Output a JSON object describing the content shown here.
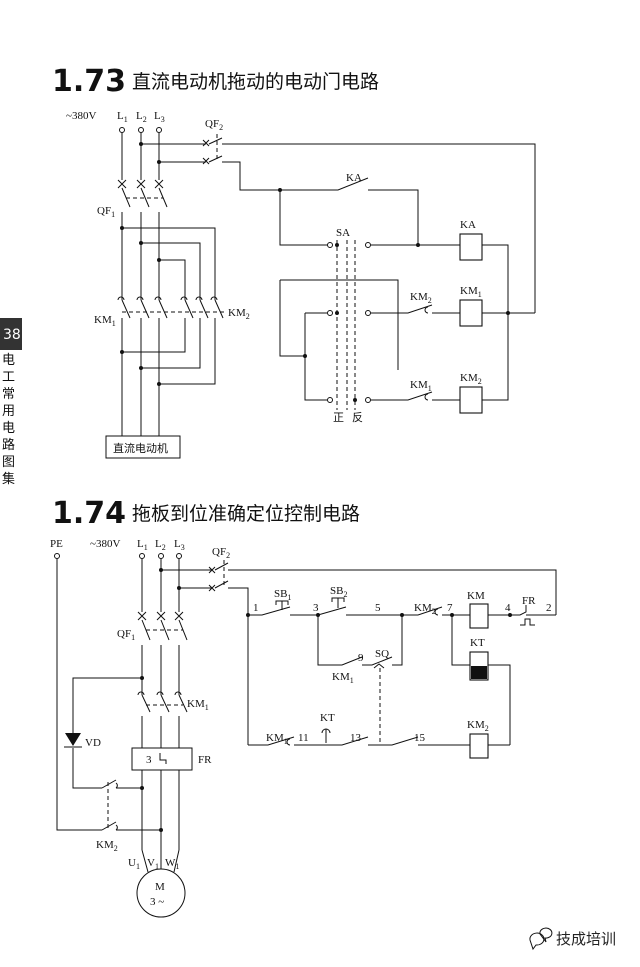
{
  "page": {
    "number": "38",
    "side_title": "电工常用电路图集",
    "watermark": "技成培训"
  },
  "section_173": {
    "number": "1.73",
    "title": "直流电动机拖动的电动门电路",
    "labels": {
      "voltage": "~380V",
      "l1": "L",
      "l1_sub": "1",
      "l2": "L",
      "l2_sub": "2",
      "l3": "L",
      "l3_sub": "3",
      "qf2": "QF",
      "qf2_sub": "2",
      "qf1": "QF",
      "qf1_sub": "1",
      "km1": "KM",
      "km1_sub": "1",
      "km2": "KM",
      "km2_sub": "2",
      "ka": "KA",
      "sa": "SA",
      "coil_ka": "KA",
      "coil_km1": "KM",
      "coil_km1_sub": "1",
      "coil_km2": "KM",
      "coil_km2_sub": "2",
      "contact_km2": "KM",
      "contact_km2_sub": "2",
      "contact_km1": "KM",
      "contact_km1_sub": "1",
      "forward": "正",
      "reverse": "反",
      "motor_box": "直流电动机"
    }
  },
  "section_174": {
    "number": "1.74",
    "title": "拖板到位准确定位控制电路",
    "labels": {
      "pe": "PE",
      "voltage": "~380V",
      "l1": "L",
      "l1_sub": "1",
      "l2": "L",
      "l2_sub": "2",
      "l3": "L",
      "l3_sub": "3",
      "qf2": "QF",
      "qf2_sub": "2",
      "qf1": "QF",
      "qf1_sub": "1",
      "km1": "KM",
      "km1_sub": "1",
      "vd": "VD",
      "fr": "FR",
      "fr_box": "3",
      "km2": "KM",
      "km2_sub": "2",
      "u1": "U",
      "u1_sub": "1",
      "v1": "V",
      "v1_sub": "1",
      "w1": "W",
      "w1_sub": "1",
      "motor_m": "M",
      "motor_phase": "3 ~",
      "sb1": "SB",
      "sb1_sub": "1",
      "sb2": "SB",
      "sb2_sub": "2",
      "n1": "1",
      "n3": "3",
      "n5": "5",
      "n7": "7",
      "n4": "4",
      "n2": "2",
      "n9": "9",
      "n11": "11",
      "n13": "13",
      "n15": "15",
      "contact_km2_top": "KM",
      "contact_km2_top_sub": "2",
      "coil_km": "KM",
      "fr_contact": "FR",
      "coil_kt": "KT",
      "sq": "SQ",
      "contact_km1_mid": "KM",
      "contact_km1_mid_sub": "1",
      "contact_km1_bot": "KM",
      "contact_km1_bot_sub": "1",
      "kt_contact": "KT",
      "coil_km2": "KM",
      "coil_km2_sub": "2"
    }
  }
}
